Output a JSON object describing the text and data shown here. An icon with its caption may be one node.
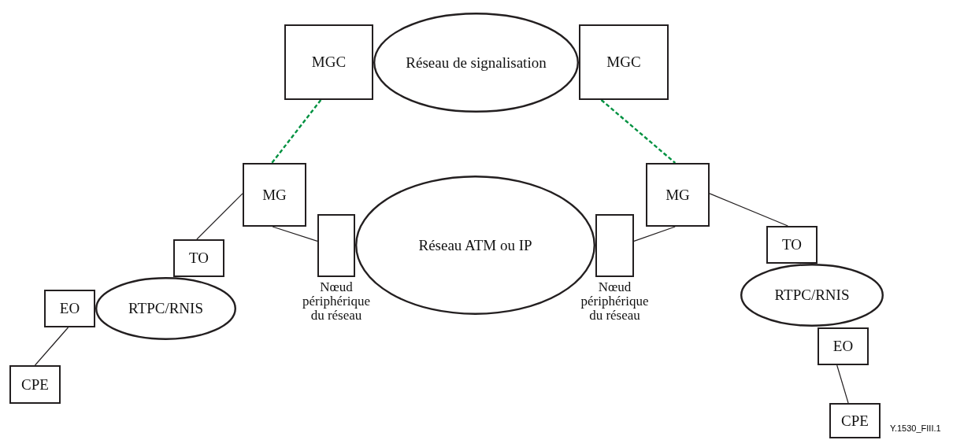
{
  "diagram": {
    "nodes": [
      {
        "text": [
          "MGC"
        ]
      },
      {
        "text": [
          "Réseau de signalisation"
        ]
      },
      {
        "text": [
          "MGC"
        ]
      },
      {
        "text": [
          "MG"
        ]
      },
      {
        "text": [
          "MG"
        ]
      },
      {
        "text": [],
        "shape": "box",
        "beside": [
          "Nœud périphérique du réseau"
        ]
      },
      {
        "text": [
          "Réseau ATM ou IP"
        ]
      },
      {
        "text": [],
        "shape": "box",
        "beside": [
          "Nœud périphérique du réseau"
        ]
      },
      {
        "text": [
          "TO"
        ]
      },
      {
        "text": [
          "TO"
        ]
      },
      {
        "text": [
          "EO"
        ]
      },
      {
        "text": [
          "RTPC/RNIS"
        ]
      },
      {
        "text": [
          "RTPC/RNIS"
        ]
      },
      {
        "text": [
          "EO"
        ]
      },
      {
        "text": [
          "CPE"
        ]
      },
      {
        "text": [
          "CPE"
        ]
      }
    ],
    "edges": [
      {
        "from": 0,
        "to": 3,
        "arrow": "none",
        "style": "dashed",
        "color": "#009140"
      },
      {
        "from": 2,
        "to": 4,
        "arrow": "none",
        "style": "dashed",
        "color": "#009140"
      },
      {
        "from": 3,
        "to": 8,
        "arrow": "none"
      },
      {
        "from": 3,
        "to": 5,
        "arrow": "none"
      },
      {
        "from": 4,
        "to": 7,
        "arrow": "none"
      },
      {
        "from": 4,
        "to": 9,
        "arrow": "none"
      },
      {
        "from": 10,
        "to": 14,
        "arrow": "none"
      },
      {
        "from": 13,
        "to": 15,
        "arrow": "none"
      }
    ],
    "labels": [
      "Y.1530_FIII.1"
    ]
  }
}
